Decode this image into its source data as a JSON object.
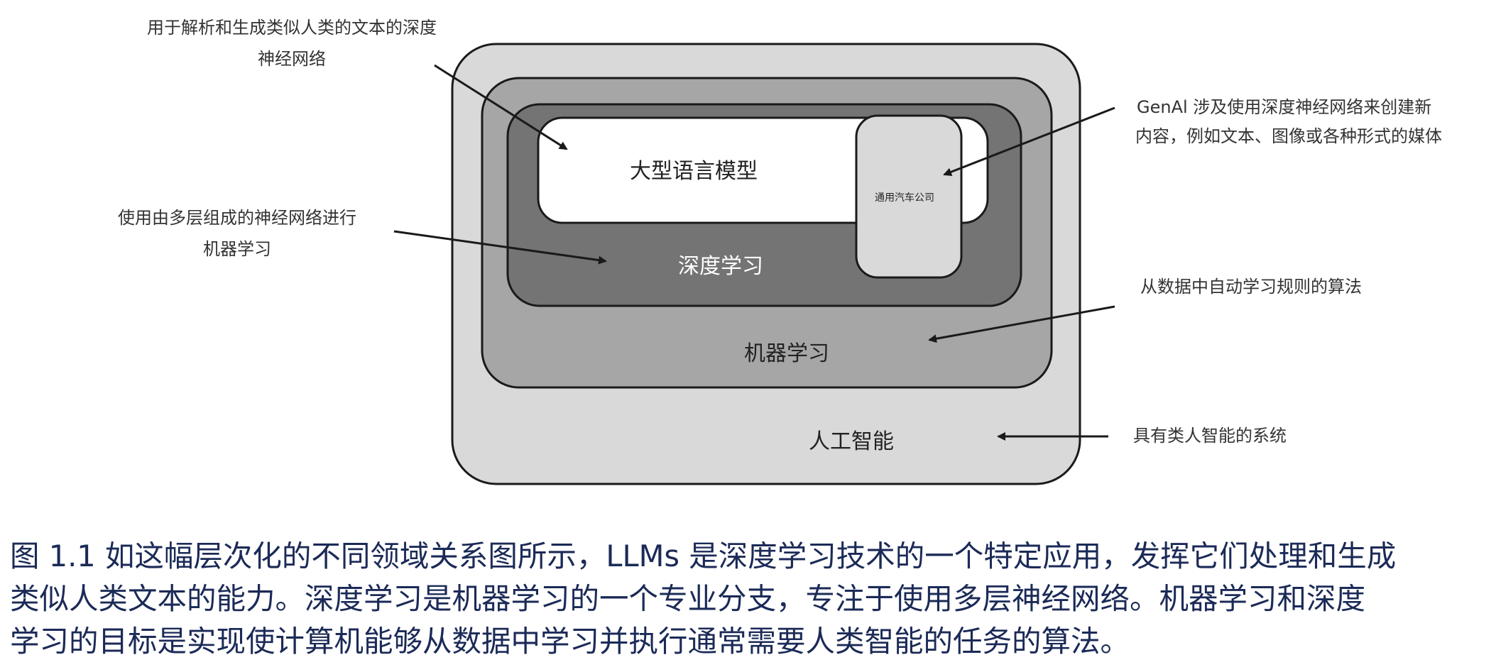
{
  "diagram": {
    "layers": {
      "ai": {
        "label": "人工智能",
        "fill": "#d9d9d9"
      },
      "ml": {
        "label": "机器学习",
        "fill": "#a6a6a6"
      },
      "dl": {
        "label": "深度学习",
        "fill": "#747474"
      },
      "llm": {
        "label": "大型语言模型",
        "fill": "#ffffff"
      },
      "genai": {
        "label": "通用汽车公司",
        "fill": "#d9d9d9"
      }
    },
    "annotations": {
      "llm": {
        "lines": [
          "用于解析和生成类似人类的文本的深度",
          "神经网络"
        ]
      },
      "dl": {
        "lines": [
          "使用由多层组成的神经网络进行",
          "机器学习"
        ]
      },
      "genai": {
        "lines": [
          "GenAl 涉及使用深度神经网络来创建新",
          "内容，例如文本、图像或各种形式的媒体"
        ]
      },
      "ml": {
        "lines": [
          "从数据中自动学习规则的算法"
        ]
      },
      "ai": {
        "lines": [
          "具有类人智能的系统"
        ]
      }
    },
    "colors": {
      "stroke": "#1a1a1a",
      "text": "#333333",
      "dl_text": "#ffffff"
    }
  },
  "caption": {
    "lines": [
      "图 1.1 如这幅层次化的不同领域关系图所示，LLMs 是深度学习技术的一个特定应用，发挥它们处理和生成",
      "类似人类文本的能力。深度学习是机器学习的一个专业分支，专注于使用多层神经网络。机器学习和深度",
      "学习的目标是实现使计算机能够从数据中学习并执行通常需要人类智能的任务的算法。"
    ],
    "color": "#1b2a57"
  }
}
